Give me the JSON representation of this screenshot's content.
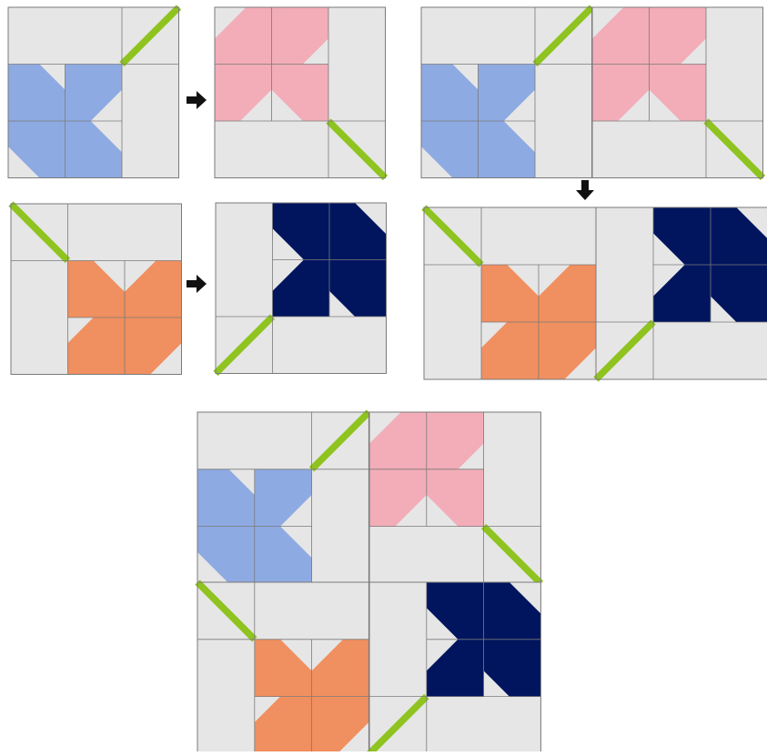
{
  "colors": {
    "background_fabric": "#e6e6e6",
    "seam": "#7a7a7a",
    "stem_green": "#8fc31f",
    "blue_flower": "#8eaae2",
    "pink_flower": "#f2adb8",
    "orange_flower": "#f08f5f",
    "navy_flower": "#00155e",
    "arrow": "#111111"
  },
  "icons": {
    "step_arrow_right": "arrow-right-icon",
    "step_arrow_down": "arrow-down-icon"
  },
  "blocks": [
    {
      "id": "block-blue-flower",
      "flower": "blue_flower",
      "orientation": "stem-top-right"
    },
    {
      "id": "block-pink-flower",
      "flower": "pink_flower",
      "orientation": "stem-bottom-right"
    },
    {
      "id": "block-orange-flower",
      "flower": "orange_flower",
      "orientation": "stem-top-left"
    },
    {
      "id": "block-navy-flower",
      "flower": "navy_flower",
      "orientation": "stem-bottom-left"
    }
  ],
  "assembly_steps": [
    {
      "step": "top-row",
      "joins": [
        "blue_flower",
        "pink_flower"
      ]
    },
    {
      "step": "bottom-row",
      "joins": [
        "orange_flower",
        "navy_flower"
      ]
    },
    {
      "step": "quilt",
      "rows": [
        "top-row",
        "bottom-row"
      ]
    }
  ]
}
